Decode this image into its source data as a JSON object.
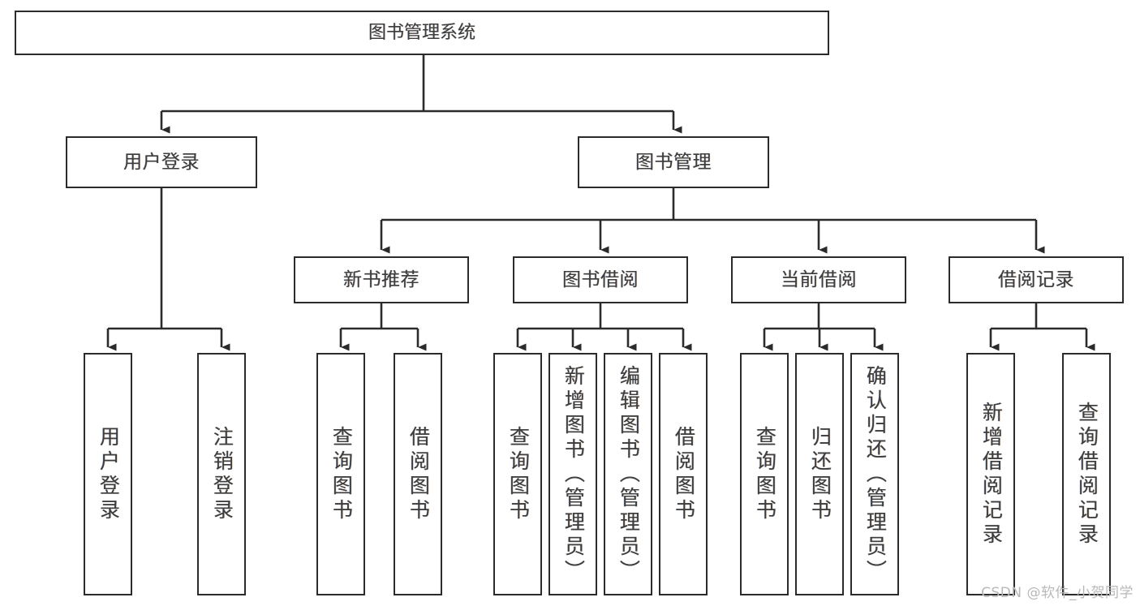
{
  "diagram": {
    "type": "hierarchy-tree",
    "title": "图书管理系统",
    "watermark": "CSDN @软件_小贺同学",
    "colors": {
      "box_border": "#2b2b2b",
      "box_fill": "#ffffff",
      "connector": "#2b2b2b",
      "text": "#3d3d3d",
      "watermark": "#b8b8b8"
    },
    "levels": [
      {
        "level": 1,
        "nodes": [
          {
            "id": "root",
            "label": "图书管理系统"
          }
        ]
      },
      {
        "level": 2,
        "nodes": [
          {
            "id": "user-login",
            "label": "用户登录"
          },
          {
            "id": "book-management",
            "label": "图书管理"
          }
        ]
      },
      {
        "level": 3,
        "nodes": [
          {
            "id": "new-book-recommend",
            "label": "新书推荐"
          },
          {
            "id": "book-borrow",
            "label": "图书借阅"
          },
          {
            "id": "current-borrow",
            "label": "当前借阅"
          },
          {
            "id": "borrow-record",
            "label": "借阅记录"
          }
        ]
      },
      {
        "level": 4,
        "nodes": [
          {
            "id": "leaf-user-login",
            "label": "用户登录",
            "parent": "user-login"
          },
          {
            "id": "leaf-logout",
            "label": "注销登录",
            "parent": "user-login"
          },
          {
            "id": "leaf-query-book-1",
            "label": "查询图书",
            "parent": "new-book-recommend"
          },
          {
            "id": "leaf-borrow-book-1",
            "label": "借阅图书",
            "parent": "new-book-recommend"
          },
          {
            "id": "leaf-query-book-2",
            "label": "查询图书",
            "parent": "book-borrow"
          },
          {
            "id": "leaf-add-book",
            "label": "新增图书（管理员）",
            "parent": "book-borrow"
          },
          {
            "id": "leaf-edit-book",
            "label": "编辑图书（管理员）",
            "parent": "book-borrow"
          },
          {
            "id": "leaf-borrow-book-2",
            "label": "借阅图书",
            "parent": "book-borrow"
          },
          {
            "id": "leaf-query-book-3",
            "label": "查询图书",
            "parent": "current-borrow"
          },
          {
            "id": "leaf-return-book",
            "label": "归还图书",
            "parent": "current-borrow"
          },
          {
            "id": "leaf-confirm-return",
            "label": "确认归还（管理员）",
            "parent": "current-borrow"
          },
          {
            "id": "leaf-add-record",
            "label": "新增借阅记录",
            "parent": "borrow-record"
          },
          {
            "id": "leaf-query-record",
            "label": "查询借阅记录",
            "parent": "borrow-record"
          }
        ]
      }
    ]
  }
}
